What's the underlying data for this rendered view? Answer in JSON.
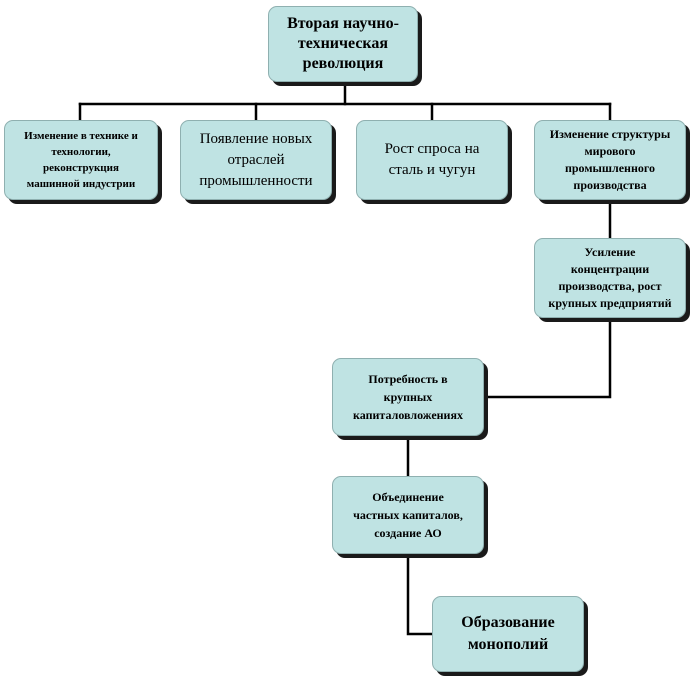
{
  "diagram": {
    "nodes": {
      "root": "Вторая научно-\nтехническая\nреволюция",
      "b1": "Изменение  в технике и\nтехнологии,\nреконструкция\nмашинной  индустрии",
      "b2": "Появление новых\nотраслей\nпромышленности",
      "b3": "Рост спроса на\nсталь и чугун",
      "b4": "Изменение структуры\nмирового\nпромышленного\nпроизводства",
      "c1": "Усиление\nконцентрации\nпроизводства, рост\nкрупных предприятий",
      "d1": "Потребность в\nкрупных\nкапиталовложениях",
      "e1": "Объединение\nчастных капиталов,\nсоздание АО",
      "f1": "Образование\nмонополий"
    },
    "colors": {
      "node_fill": "#bfe3e3",
      "node_border": "#8fb0b0",
      "shadow": "#1a1a1a",
      "connector": "#000000"
    }
  }
}
